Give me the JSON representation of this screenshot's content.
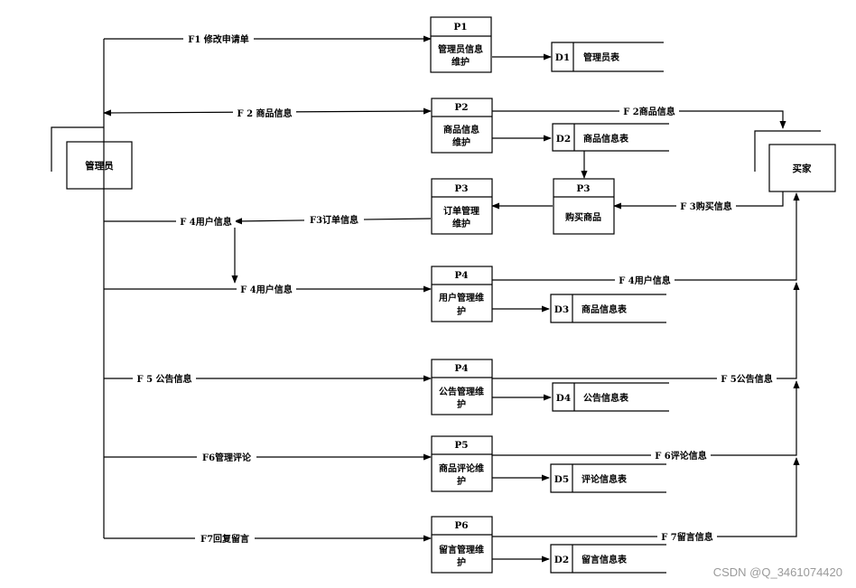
{
  "entities": {
    "admin": "管理员",
    "buyer": "买家"
  },
  "processes": [
    {
      "id": "P1",
      "lines": [
        "管理员信息",
        "维护"
      ]
    },
    {
      "id": "P2",
      "lines": [
        "商品信息",
        "维护"
      ]
    },
    {
      "id": "P3",
      "lines": [
        "订单管理",
        "维护"
      ]
    },
    {
      "id": "P3",
      "lines": [
        "购买商品"
      ]
    },
    {
      "id": "P4",
      "lines": [
        "用户管理维",
        "护"
      ]
    },
    {
      "id": "P4",
      "lines": [
        "公告管理维",
        "护"
      ]
    },
    {
      "id": "P5",
      "lines": [
        "商品评论维",
        "护"
      ]
    },
    {
      "id": "P6",
      "lines": [
        "留言管理维",
        "护"
      ]
    }
  ],
  "stores": [
    {
      "id": "D1",
      "name": "管理员表"
    },
    {
      "id": "D2",
      "name": "商品信息表"
    },
    {
      "id": "D3",
      "name": "商品信息表"
    },
    {
      "id": "D4",
      "name": "公告信息表"
    },
    {
      "id": "D5",
      "name": "评论信息表"
    },
    {
      "id": "D2",
      "name": "留言信息表"
    }
  ],
  "flows": [
    "F1 修改申请单",
    "F 2 商品信息",
    "F 2商品信息",
    "F 3购买信息",
    "F3订单信息",
    "F 4用户信息",
    "F 4用户信息",
    "F 4用户信息",
    "F 5 公告信息",
    "F 5公告信息",
    "F6管理评论",
    "F 6评论信息",
    "F7回复留言",
    "F 7留言信息"
  ],
  "watermark": "CSDN @Q_3461074420"
}
